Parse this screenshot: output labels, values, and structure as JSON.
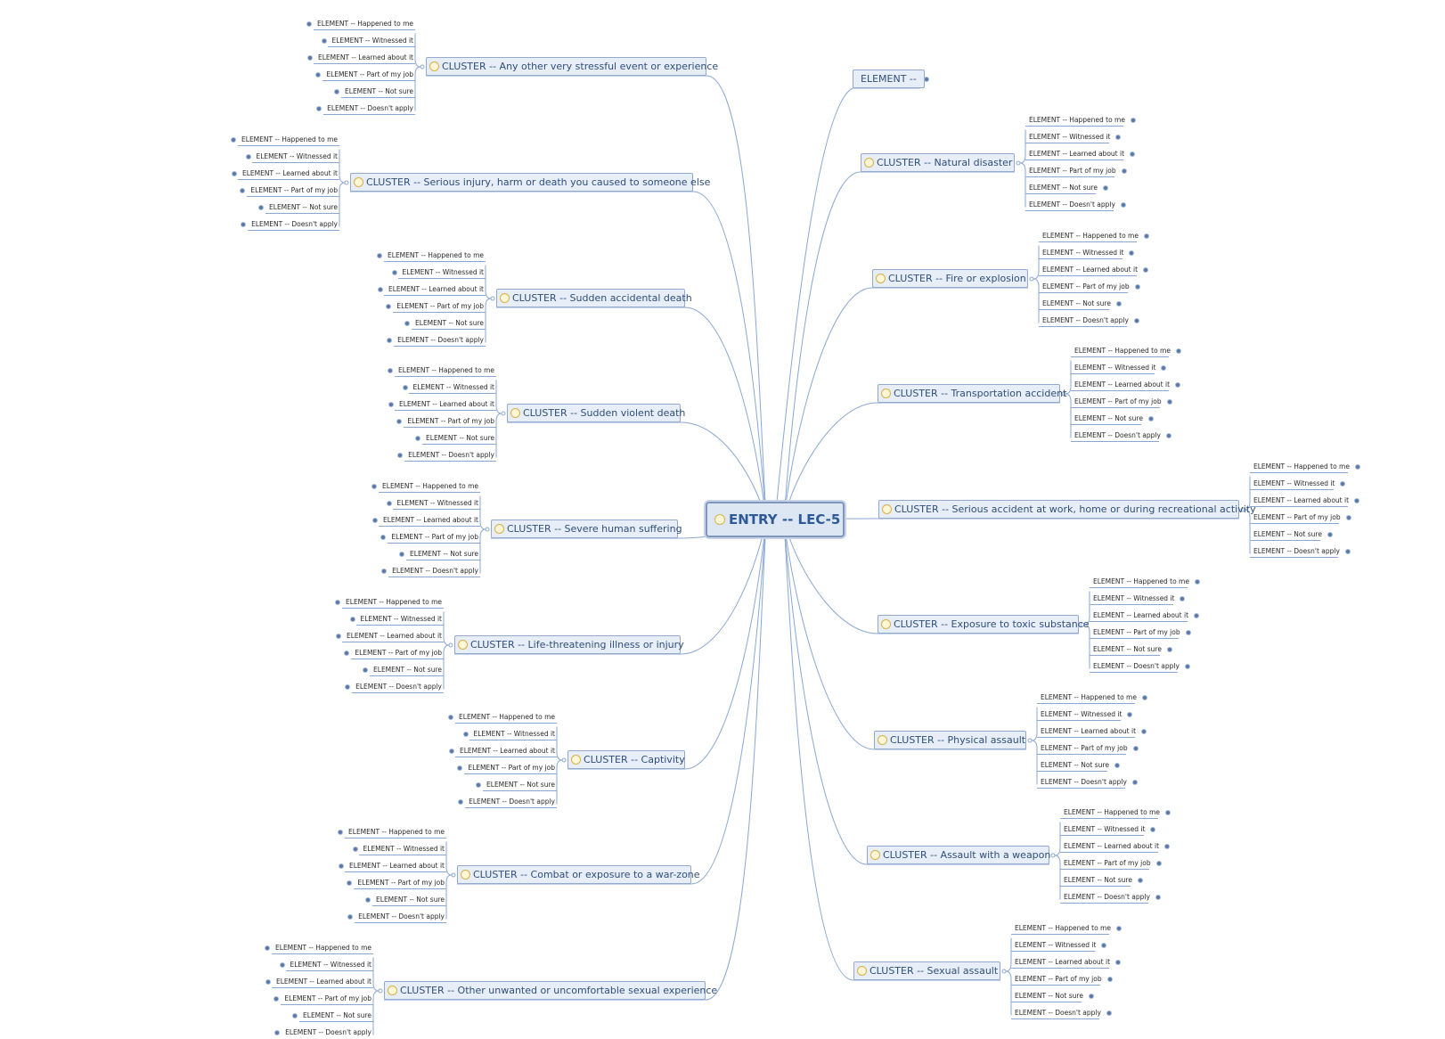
{
  "root": {
    "label": "ENTRY -- LEC-5"
  },
  "top_element": {
    "label": "ELEMENT --"
  },
  "element_labels": [
    "ELEMENT -- Happened to me",
    "ELEMENT -- Witnessed it",
    "ELEMENT -- Learned about it",
    "ELEMENT -- Part of my job",
    "ELEMENT -- Not sure",
    "ELEMENT -- Doesn't apply"
  ],
  "left_clusters": [
    {
      "label": "CLUSTER -- Any other very stressful event or experience"
    },
    {
      "label": "CLUSTER -- Serious injury, harm or death you caused to someone else"
    },
    {
      "label": "CLUSTER -- Sudden accidental death"
    },
    {
      "label": "CLUSTER -- Sudden violent death"
    },
    {
      "label": "CLUSTER -- Severe human suffering"
    },
    {
      "label": "CLUSTER -- Life-threatening illness or injury"
    },
    {
      "label": "CLUSTER -- Captivity"
    },
    {
      "label": "CLUSTER -- Combat or exposure to a war-zone"
    },
    {
      "label": "CLUSTER -- Other unwanted or uncomfortable sexual experience"
    }
  ],
  "right_clusters": [
    {
      "label": "CLUSTER -- Natural disaster"
    },
    {
      "label": "CLUSTER -- Fire or explosion"
    },
    {
      "label": "CLUSTER -- Transportation accident"
    },
    {
      "label": "CLUSTER -- Serious accident at work, home or during recreational activity"
    },
    {
      "label": "CLUSTER -- Exposure to toxic substance"
    },
    {
      "label": "CLUSTER -- Physical assault"
    },
    {
      "label": "CLUSTER -- Assault with a weapon"
    },
    {
      "label": "CLUSTER -- Sexual assault"
    }
  ],
  "colors": {
    "link": "#8aa7d2",
    "node_fill": "#e7eef8",
    "node_border": "#94aacc",
    "root_fill": "#dde7f4",
    "root_text": "#2d5a96",
    "bullet": "#5a78a8"
  }
}
